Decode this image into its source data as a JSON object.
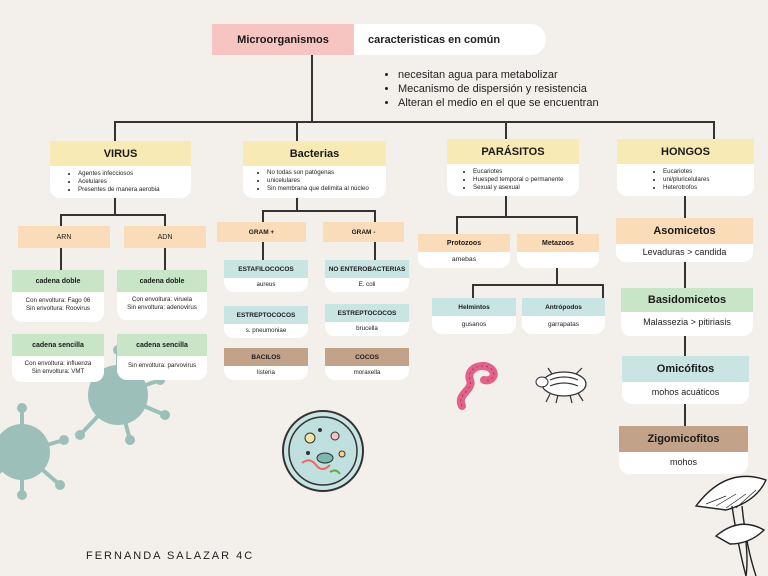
{
  "title": {
    "main": "Microorganismos",
    "subtitle": "caracteristicas en común"
  },
  "common_traits": [
    "necesitan agua para metabolizar",
    "Mecanismo de dispersión y resistencia",
    "Alteran el medio en el que se encuentran"
  ],
  "virus": {
    "header": "VIRUS",
    "bullets": [
      "Agentes infecciosos",
      "Acelulares",
      "Presentes de manera aerobia"
    ],
    "arn": {
      "header": "ARN",
      "doble": {
        "header": "cadena doble",
        "lines": [
          "Con envoltura: Fago 06",
          "Sin envoltura: Roovirus"
        ]
      },
      "sencilla": {
        "header": "cadena sencilla",
        "lines": [
          "Con envoltura: influenza",
          "Sin envoltura: VMT"
        ]
      }
    },
    "adn": {
      "header": "ADN",
      "doble": {
        "header": "cadena doble",
        "lines": [
          "Con envoltura: viruela",
          "Sin envoltura: adenovirus"
        ]
      },
      "sencilla": {
        "header": "cadena sencilla",
        "lines": [
          "Sin envoltura: parvovirus"
        ]
      }
    }
  },
  "bacterias": {
    "header": "Bacterias",
    "bullets": [
      "No todas son patógenas",
      "unicelulares",
      "Sin membrana que delimita al núcleo"
    ],
    "gram_pos": {
      "header": "GRAM +",
      "items": [
        {
          "header": "ESTAFILOCOCOS",
          "text": "aureus"
        },
        {
          "header": "ESTREPTOCOCOS",
          "text": "s. pneumoniae"
        },
        {
          "header": "BACILOS",
          "text": "listeria"
        }
      ]
    },
    "gram_neg": {
      "header": "GRAM -",
      "items": [
        {
          "header": "NO ENTEROBACTERIAS",
          "text": "E. coli"
        },
        {
          "header": "ESTREPTOCOCOS",
          "text": "brucella"
        },
        {
          "header": "COCOS",
          "text": "moraxella"
        }
      ]
    }
  },
  "parasitos": {
    "header": "PARÁSITOS",
    "bullets": [
      "Eucariotes",
      "Huesped temporal o permanente",
      "Sexual y asexual"
    ],
    "protozoos": {
      "header": "Protozoos",
      "text": "amebas"
    },
    "metazoos": {
      "header": "Metazoos",
      "helmintos": {
        "header": "Helmintos",
        "text": "gusanos"
      },
      "artropodos": {
        "header": "Antrópodos",
        "text": "garrapatas"
      }
    }
  },
  "hongos": {
    "header": "HONGOS",
    "bullets": [
      "Eucariotes",
      "uni/pluricelulares",
      "Heterotrofos"
    ],
    "groups": [
      {
        "header": "Asomicetos",
        "text": "Levaduras > candida"
      },
      {
        "header": "Basidomicetos",
        "text": "Malassezia > pitiriasis"
      },
      {
        "header": "Omicófitos",
        "text": "mohos acuáticos"
      },
      {
        "header": "Zigomicofitos",
        "text": "mohos"
      }
    ]
  },
  "footer": "FERNANDA SALAZAR  4C",
  "colors": {
    "background": "#f3efea",
    "yellow": "#f8eab4",
    "peach": "#fbdcb8",
    "green": "#c9e5c8",
    "teal": "#c8e4e3",
    "brown": "#c3a28a",
    "pink": "#f6c4c1"
  },
  "icons": [
    "virus-icon",
    "petri-dish-icon",
    "worm-icon",
    "mite-icon",
    "mushroom-icon"
  ]
}
